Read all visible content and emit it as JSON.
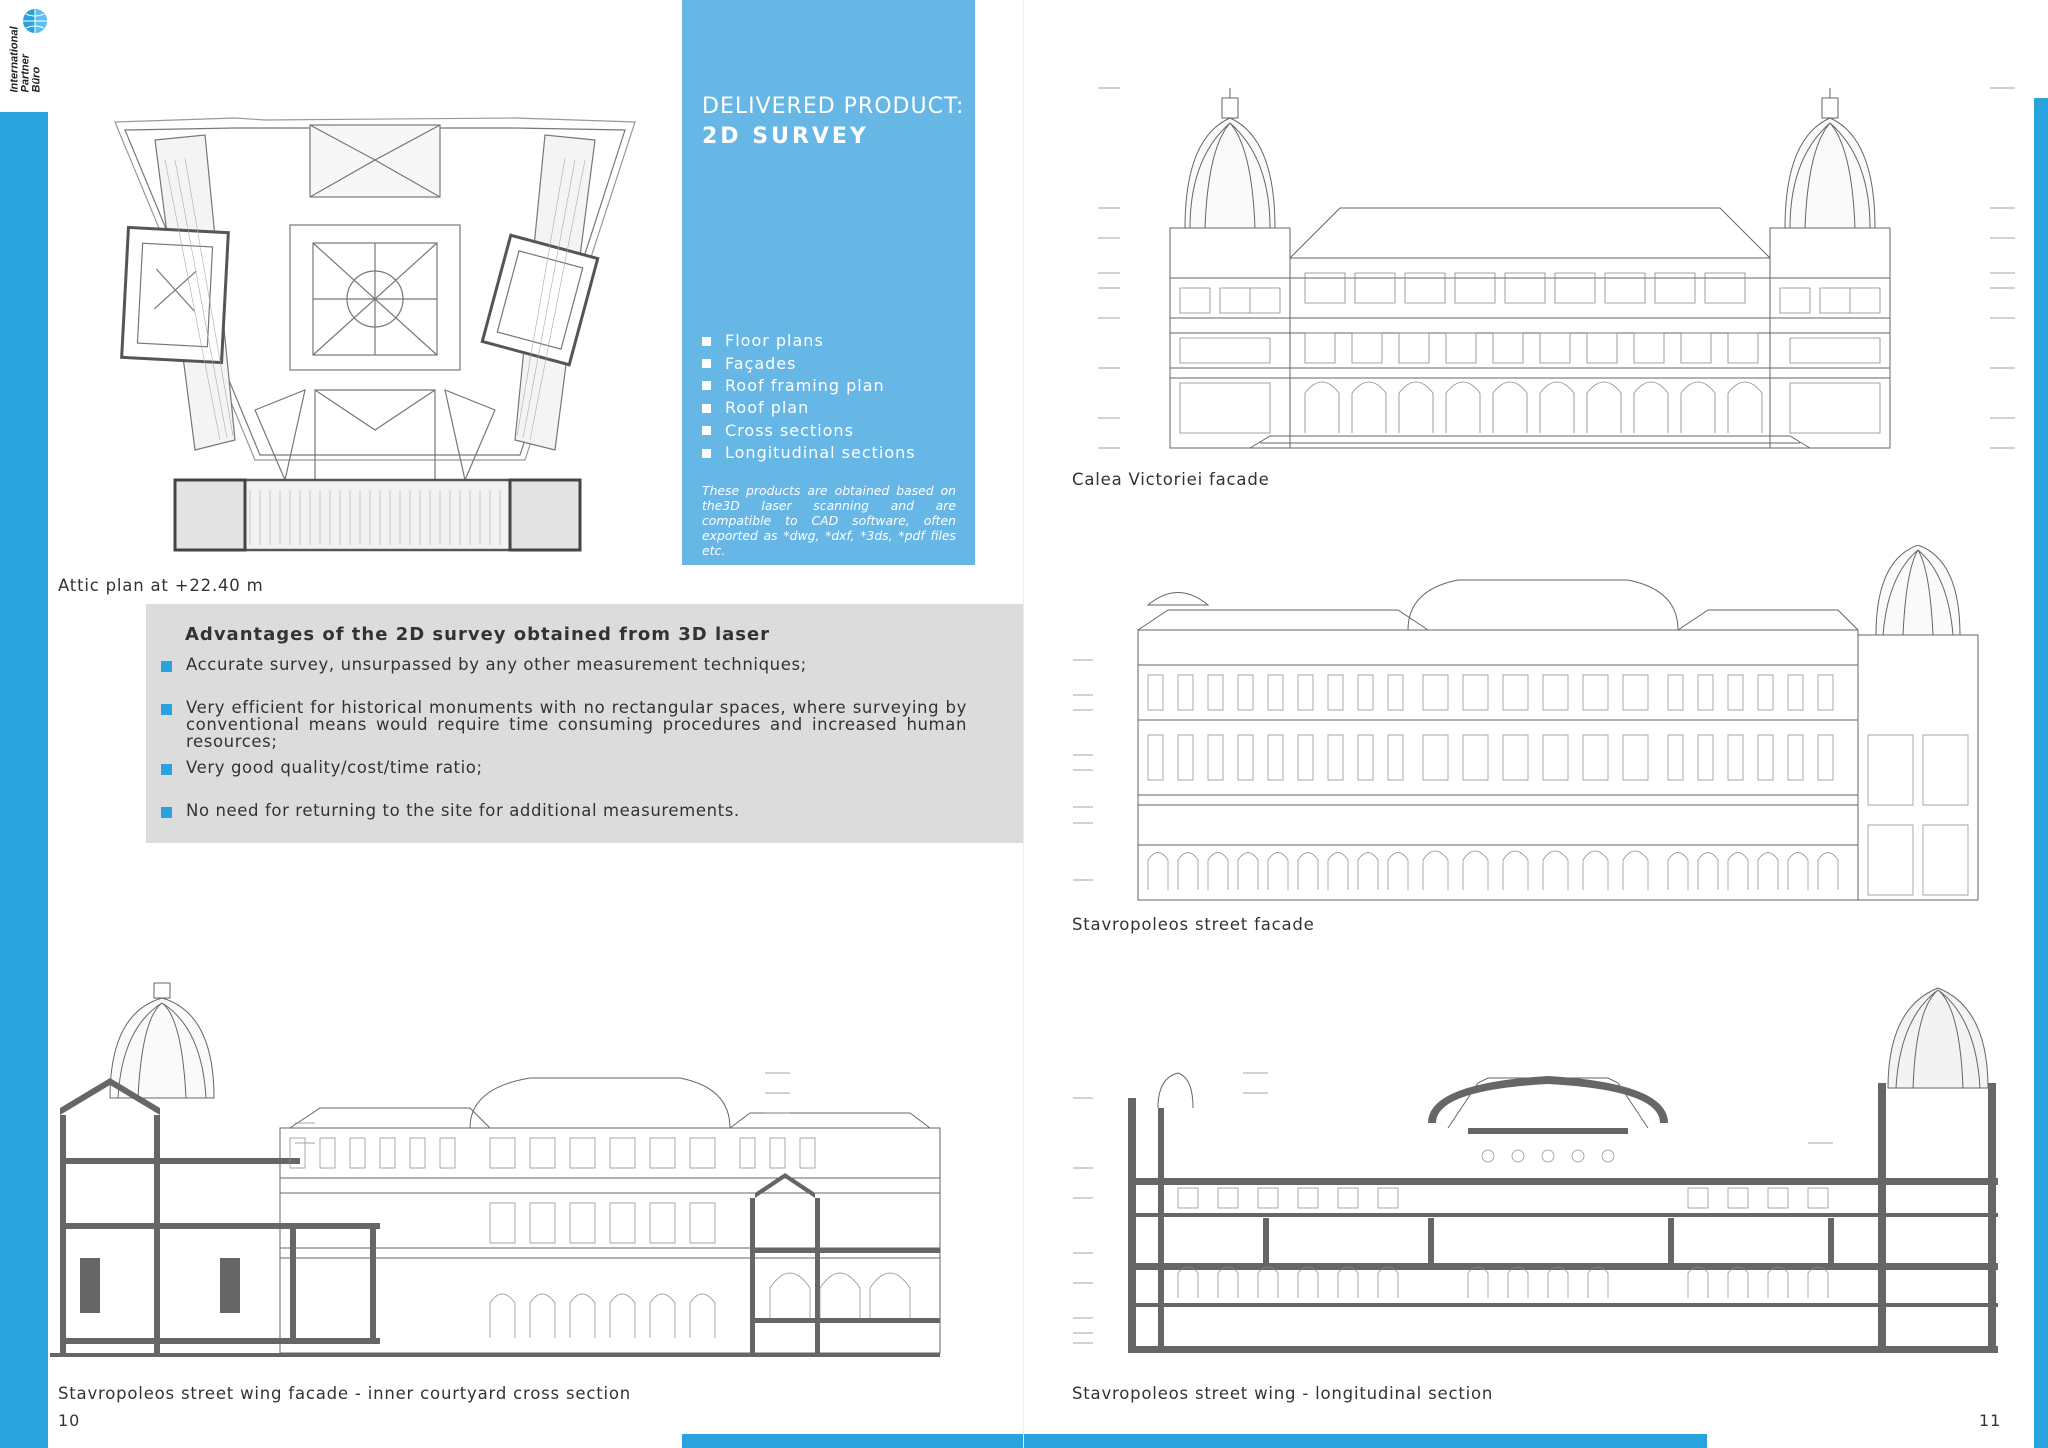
{
  "logo": {
    "lines": [
      "International",
      "Partner",
      "Büro"
    ]
  },
  "promo": {
    "title_line1": "DELIVERED PRODUCT:",
    "title_line2": "2D SURVEY",
    "items": [
      "Floor plans",
      "Façades",
      "Roof framing plan",
      "Roof plan",
      "Cross sections",
      "Longitudinal sections"
    ],
    "note": "These products are obtained based on the3D laser scanning and are compatible to CAD software, often exported as *dwg, *dxf, *3ds, *pdf files etc."
  },
  "advantages": {
    "title": "Advantages of the 2D survey obtained from 3D laser",
    "items": [
      "Accurate survey, unsurpassed by any other measurement techniques;",
      "Very efficient for historical monuments with no rectangular spaces, where surveying by conventional means would require time consuming procedures and increased human resources;",
      "Very good quality/cost/time ratio;",
      "No need for returning to the site for additional measurements."
    ]
  },
  "captions": {
    "attic_plan": "Attic plan at +22.40 m",
    "calea": "Calea Victoriei facade",
    "stavro_facade": "Stavropoleos street facade",
    "cross_section": "Stavropoleos street wing facade - inner courtyard cross section",
    "longitudinal": "Stavropoleos street wing - longitudinal section"
  },
  "pages": {
    "left": "10",
    "right": "11"
  },
  "colors": {
    "accent": "#29a3dd",
    "promo_bg": "#66b6e6",
    "panel_bg": "#dcdcdd"
  }
}
